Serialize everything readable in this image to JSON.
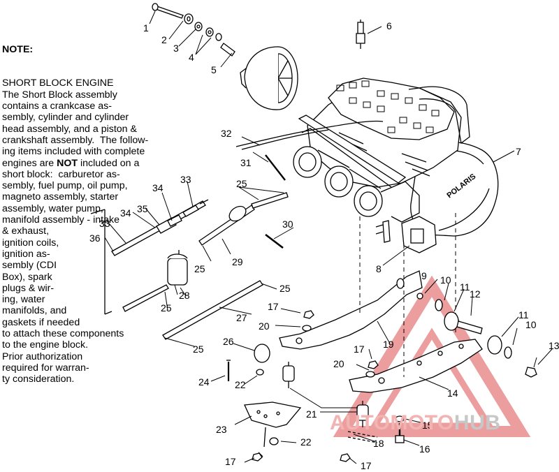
{
  "note": {
    "heading": "NOTE:",
    "lines": [
      [
        "SHORT BLOCK ENGINE"
      ],
      [
        "The Short Block assembly"
      ],
      [
        "contains a crankcase as-"
      ],
      [
        "sembly, cylinder and cylinder"
      ],
      [
        "head assembly, and a piston &"
      ],
      [
        "crankshaft assembly.  The follow-"
      ],
      [
        "ing items included with complete"
      ],
      [
        "engines are ",
        "NOT",
        " included on a"
      ],
      [
        "short block:  carburetor as-"
      ],
      [
        "sembly, fuel pump, oil pump,"
      ],
      [
        "magneto assembly, starter"
      ],
      [
        "assembly, water pump,"
      ],
      [
        "manifold assembly - intake"
      ],
      [
        "& exhaust,"
      ],
      [
        "ignition coils,"
      ],
      [
        "ignition as-"
      ],
      [
        "sembly (CDI"
      ],
      [
        "Box), spark"
      ],
      [
        "plugs & wir-"
      ],
      [
        "ing, water"
      ],
      [
        "manifolds, and"
      ],
      [
        "gaskets if needed"
      ],
      [
        "to attach these components"
      ],
      [
        "to the engine block."
      ],
      [
        "Prior authorization"
      ],
      [
        "required for warran-"
      ],
      [
        "ty consideration."
      ]
    ]
  },
  "callouts": [
    "1",
    "2",
    "3",
    "4",
    "5",
    "6",
    "7",
    "8",
    "9",
    "10",
    "11",
    "12",
    "13",
    "14",
    "15",
    "16",
    "17",
    "18",
    "19",
    "20",
    "21",
    "22",
    "23",
    "24",
    "25",
    "26",
    "27",
    "28",
    "29",
    "30",
    "31",
    "32",
    "33",
    "34",
    "35",
    "36"
  ],
  "engine_brand": "POLARIS",
  "watermark": {
    "part1": "AUTOMOTO",
    "part2": "HUB",
    "color1": "#f2b3b3",
    "color2": "#c7c7c7",
    "triangle_color": "#e98d8d"
  }
}
